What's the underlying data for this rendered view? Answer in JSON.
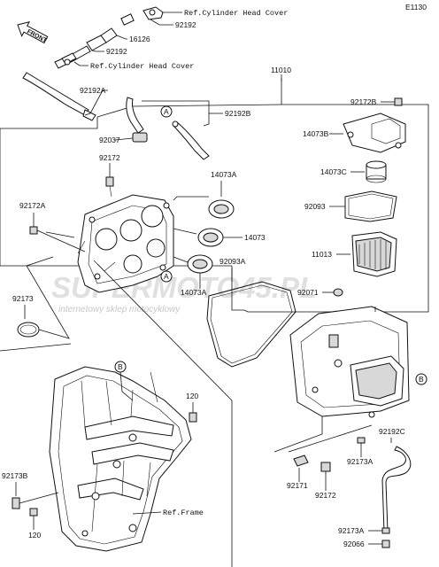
{
  "diagram_code": "E1130",
  "front_label": "FRONT",
  "watermark": {
    "brand": "SUPERMOTO45.PL",
    "tagline": "internetowy sklep motocyklowy"
  },
  "callouts": {
    "A": "A",
    "B": "B"
  },
  "labels": {
    "ref_cyl_head_cover_1": "Ref.Cylinder Head Cover",
    "ref_cyl_head_cover_2": "Ref.Cylinder Head Cover",
    "ref_frame": "Ref.Frame",
    "p92192_top": "92192",
    "p16126": "16126",
    "p92192_mid": "92192",
    "p92192A": "92192A",
    "p11010": "11010",
    "p92192B": "92192B",
    "p92037": "92037",
    "p92172": "92172",
    "p92172A": "92172A",
    "p14073A": "14073A",
    "p14073": "14073",
    "p92093A": "92093A",
    "p14073A_b": "14073A",
    "p92173": "92173",
    "p92172B": "92172B",
    "p14073B": "14073B",
    "p14073C": "14073C",
    "p92093": "92093",
    "p11013": "11013",
    "p92071": "92071",
    "p120_top": "120",
    "p92192C": "92192C",
    "p92173A": "92173A",
    "p92171": "92171",
    "p92172_b": "92172",
    "p92173B": "92173B",
    "p120_bot": "120",
    "p92173A_b": "92173A",
    "p92066": "92066"
  }
}
